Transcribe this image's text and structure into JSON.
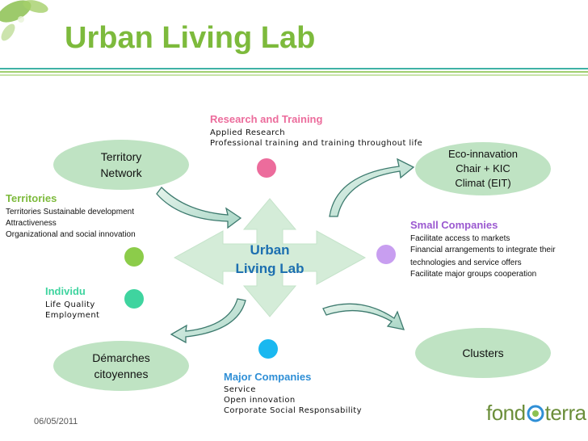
{
  "title": "Urban Living Lab",
  "center": {
    "line1": "Urban",
    "line2": "Living Lab"
  },
  "research": {
    "title": "Research and Training",
    "lines": [
      "Applied Research",
      "Professional training and training throughout life"
    ]
  },
  "territories": {
    "title": "Territories",
    "lines": [
      "Territories Sustainable development",
      "Attractiveness",
      "Organizational and social innovation"
    ]
  },
  "individu": {
    "title": "Individu",
    "lines": [
      "Life Quality",
      "Employment"
    ]
  },
  "small_companies": {
    "title": "Small Companies",
    "lines": [
      "Facilitate access to markets",
      "Financial arrangements to integrate their",
      "technologies and service offers",
      "Facilitate major groups cooperation"
    ]
  },
  "major_companies": {
    "title": "Major Companies",
    "lines": [
      "Service",
      "Open innovation",
      "Corporate Social Responsability"
    ]
  },
  "ellipses": {
    "territory_network": {
      "line1": "Territory",
      "line2": "Network"
    },
    "eco_innovation": {
      "line1": "Eco-innavation",
      "line2": "Chair + KIC",
      "line3": "Climat (EIT)"
    },
    "demarches": {
      "line1": "Démarches",
      "line2": "citoyennes"
    },
    "clusters": {
      "line1": "Clusters"
    }
  },
  "date": "06/05/2011",
  "logo": {
    "left": "fond",
    "right": "terra"
  },
  "colors": {
    "title": "#7dba3c",
    "research": "#ec6c9c",
    "territories": "#7dba3c",
    "individu": "#3fd49f",
    "small_companies": "#9b59d0",
    "major_companies": "#2f8fd6",
    "ellipse_fill": "#bfe3c3",
    "arrow_fill": "#d4ecd8"
  }
}
